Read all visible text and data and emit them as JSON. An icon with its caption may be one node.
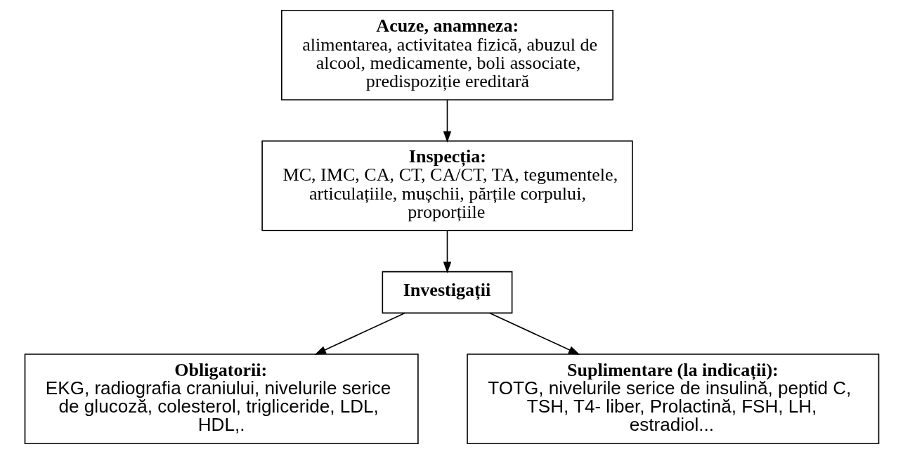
{
  "diagram": {
    "nodes": [
      {
        "text": [
          "Acuze, anamneza:",
          "alimentarea, activitatea fizică, abuzul de alcool, medicamente, boli associate, predispoziție ereditară"
        ]
      },
      {
        "text": [
          "Inspecția:",
          "MC, IMC, CA, CT, CA/CT, TA, tegumentele, articulațiile, mușchii, părțile corpului, proporțiile"
        ]
      },
      {
        "text": [
          "Investigații"
        ]
      },
      {
        "text": [
          "Obligatorii:",
          "EKG, radiografia craniului, nivelurile serice de glucoză, colesterol, trigliceride, LDL, HDL,."
        ]
      },
      {
        "text": [
          "Suplimentare (la indicații):",
          "TOTG, nivelurile serice de insulină, peptid C, TSH, T4- liber, Prolactină, FSH, LH, estradiol..."
        ]
      }
    ],
    "edges": [
      {
        "from": 0,
        "to": 1,
        "arrow": "to"
      },
      {
        "from": 1,
        "to": 2,
        "arrow": "to"
      },
      {
        "from": 2,
        "to": 3,
        "arrow": "to"
      },
      {
        "from": 2,
        "to": 4,
        "arrow": "to"
      }
    ]
  }
}
